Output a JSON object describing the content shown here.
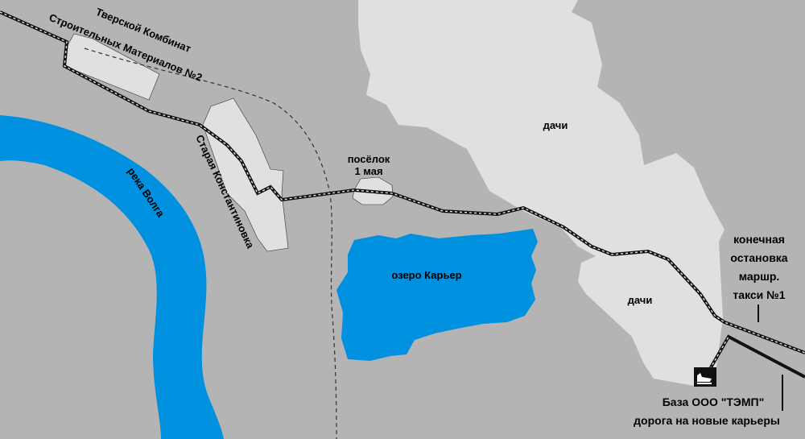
{
  "colors": {
    "background": "#b4b4b4",
    "zone_fill": "#e0e0e0",
    "water": "#0090e0",
    "road": "#111111",
    "road_dash": "#ffffff",
    "rail": "#333333",
    "base_marker": "#111111"
  },
  "labels": {
    "kombinat_line1": "Тверской Комбинат",
    "kombinat_line2": "Строительных Материалов №2",
    "staraya": "Старая Константиновка",
    "volga": "река Волга",
    "poselok_line1": "посёлок",
    "poselok_line2": "1 мая",
    "lake": "озеро Карьер",
    "dachi_north": "дачи",
    "dachi_south": "дачи",
    "taxi_line1": "конечная",
    "taxi_line2": "остановка",
    "taxi_line3": "маршр.",
    "taxi_line4": "такси №1",
    "base": "База ООО \"ТЭМП\"",
    "new_road": "дорога на новые карьеры"
  },
  "icons": {
    "base_marker": "excavator-icon"
  }
}
